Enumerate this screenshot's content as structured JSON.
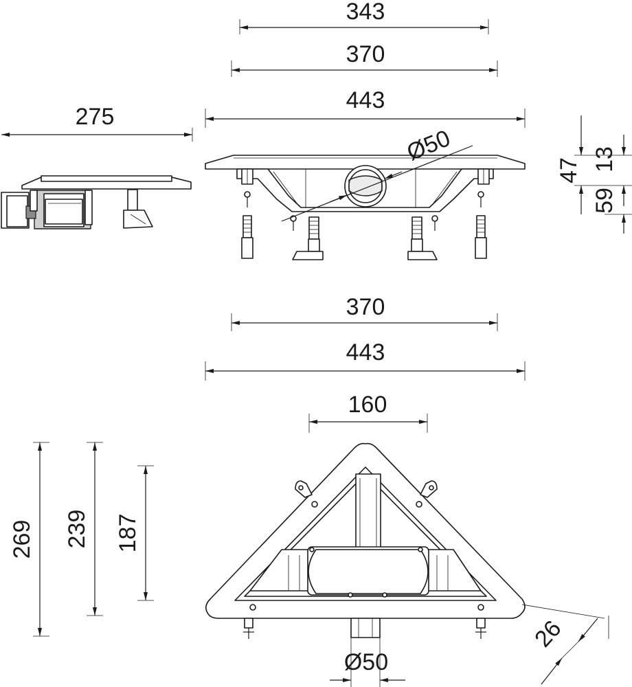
{
  "dimensions": {
    "side_view": {
      "length": "275"
    },
    "front_view": {
      "outlet_width": "343",
      "inner_width": "370",
      "total_width": "443",
      "outlet_diameter": "Ø50",
      "total_height": "47",
      "top_height": "13",
      "bottom_height": "59"
    },
    "plan_view": {
      "inner_width": "370",
      "total_width": "443",
      "outlet_spacing": "160",
      "total_depth": "269",
      "inner_depth": "239",
      "outlet_depth": "187",
      "outlet_diameter": "Ø50",
      "flange_width": "26"
    }
  }
}
